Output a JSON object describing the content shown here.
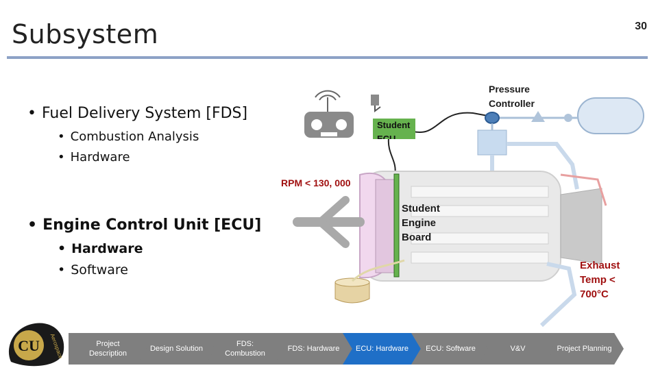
{
  "title": "Subsystem",
  "page_number": "30",
  "bullets": {
    "fds": "Fuel Delivery System [FDS]",
    "fds_items": [
      "Combustion Analysis",
      "Hardware"
    ],
    "ecu": "Engine Control Unit [ECU]",
    "ecu_items": [
      "Hardware",
      "Software"
    ]
  },
  "diagram": {
    "pressure_controller": [
      "Pressure",
      "Controller"
    ],
    "student_ecu": [
      "Student",
      "ECU"
    ],
    "rpm_label": "RPM < 130, 000",
    "student_engine_board": [
      "Student",
      "Engine",
      "Board"
    ],
    "exhaust_temp": [
      "Exhaust",
      "Temp <",
      "700°C"
    ]
  },
  "nav": [
    {
      "label": "Project Description",
      "active": false
    },
    {
      "label": "Design Solution",
      "active": false
    },
    {
      "label": "FDS: Combustion",
      "active": false
    },
    {
      "label": "FDS: Hardware",
      "active": false
    },
    {
      "label": "ECU: Hardware",
      "active": true
    },
    {
      "label": "ECU: Software",
      "active": false
    },
    {
      "label": "V&V",
      "active": false
    },
    {
      "label": "Project Planning",
      "active": false
    }
  ],
  "logo": {
    "text": "Aerospace Engineering",
    "initials": "CU"
  },
  "colors": {
    "accent": "#1f6fc7",
    "nav_gray": "#7f7f7f",
    "title_rule": "#8da2c6",
    "ecu_green": "#66b24e",
    "alert_red": "#a01010"
  }
}
